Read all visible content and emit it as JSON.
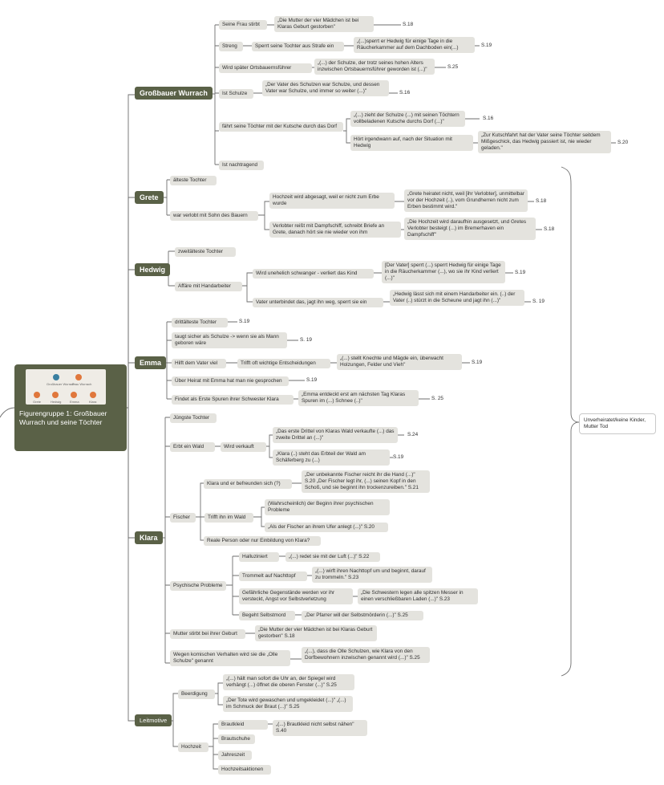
{
  "root": {
    "title": "Figurengruppe 1: Großbauer Wurrach und seine Töchter",
    "thumbnail_icon": "family-tree-thumbnail",
    "thumbnail_labels": [
      "Großbauer Wurrach",
      "Frau Wurrach",
      "Grete",
      "Hedwig",
      "Emma",
      "Klara"
    ]
  },
  "colors": {
    "main_node": "#5a6147",
    "leaf_bg": "#e4e3de",
    "line": "#6e6e6e"
  },
  "branches": {
    "wurrach": {
      "label": "Großbauer Wurrach",
      "n1": "Seine Frau stirbt",
      "n1q": "„Die Mutter der vier Mädchen ist bei Klaras Geburt gestorben\"",
      "n1p": "S.18",
      "n2": "Streng",
      "n2a": "Sperrt seine Tochter aus Strafe ein",
      "n2q": "„(...)sperrt er Hedwig für einige Tage in die Räucherkammer auf dem Dachboden ein(...)",
      "n2p": "S.19",
      "n3": "Wird später Ortsbauernsführer",
      "n3q": "„(...) der Schulze, der trotz seines hohen Alters inzwischen Ortsbauernsführer geworden ist (...)\"",
      "n3p": "S.25",
      "n4": "Ist Schulze",
      "n4q": "„Der Vater des Schulzen war Schulze, und dessen Vater war Schulze, und immer so weiter (...)\"",
      "n4p": "S.16",
      "n5": "fährt seine Töchter mit der Kutsche durch das Dorf",
      "n5a": "„(...) zieht der Schulze (...) mit seinen Töchtern vollbeladenen Kutsche durchs Dorf (...)\"",
      "n5ap": "S.16",
      "n5b": "Hört irgendwann auf, nach der Situation mit Hedwig",
      "n5bq": "„Zur Kutschfahrt hat der Vater seine Töchter seitdem Mißgeschick, das Hedwig passiert ist, nie wieder geladen.\"",
      "n5bp": "S.20",
      "n6": "Ist nachtragend"
    },
    "grete": {
      "label": "Grete",
      "n1": "älteste Tochter",
      "n2": "war verlobt mit Sohn des Bauern",
      "n2a": "Hochzeit wird abgesagt, weil er nicht zum Erbe wurde",
      "n2aq": "„Grete heiratet nicht, weil [ihr Verlobter], unmittelbar vor der Hochzeit (..), vom Grundherren nicht zum Erben bestimmt wird.\"",
      "n2ap": "S.18",
      "n2b": "Verlobter reißt mit Dampfschiff, schreibt Briefe an Grete, danach hört sie nie wieder von ihm",
      "n2bq": "„Die Hochzeit wird daraufhin ausgesetzt, und Gretes Verlobter besteigt (...) im Bremerhaven ein Dampfschiff\"",
      "n2bp": "S.18"
    },
    "hedwig": {
      "label": "Hedwig",
      "n1": "zweitälteste Tochter",
      "n2": "Affäre mit Handarbeiter",
      "n2a": "Wird unehelich schwanger - verliert das Kind",
      "n2aq": "[Der Vater] sperrt (...) sperrt Hedwig für einige Tage in die Räucherkammer (...), wo sie ihr Kind verliert (...)\"",
      "n2ap": "S.19",
      "n2b": "Vater unterbindet das, jagt ihn weg, sperrt sie ein",
      "n2bq": "„Hedwig lässt sich mit einem Handarbeiter ein. (..) der Vater (..) stürzt in die Scheune und jagt ihn (...)\"",
      "n2bp": "S. 19"
    },
    "emma": {
      "label": "Emma",
      "n1": "drittälteste Tochter",
      "n1p": "S.19",
      "n2": "taugt sicher als Schulze -> wenn sie als Mann geboren wäre",
      "n2p": "S. 19",
      "n3": "Hilft dem Vater viel",
      "n3a": "Trifft oft wichtige Entscheidungen",
      "n3q": "„(...) stellt Knechte und Mägde ein, überwacht Holzungen, Felder und Vieh\"",
      "n3p": "S.19",
      "n4": "Über Heirat mit Emma hat man nie gesprochen",
      "n4p": "S.19",
      "n5": "Findet als Erste Spuren ihrer Schwester Klara",
      "n5q": "„Emma entdeckt erst am nächsten Tag Klaras Spuren im (...) Schnee (..)\"",
      "n5p": "S. 25"
    },
    "klara": {
      "label": "Klara",
      "n1": "Jüngste Tochter",
      "n2": "Erbt ein Wald",
      "n2a": "Wird verkauft",
      "n2aq": "„Das erste Drittel von Klaras Wald verkaufte (...) das zweite Drittel an (...)\"",
      "n2ap": "S.24",
      "n2bq": "„Klara (..) steht das Erbteil der Wald am Schäferberg zu (...)",
      "n2bp": "S.19",
      "n3": "Fischer",
      "n3a": "Klara und er befreunden sich (?)",
      "n3aq": "„Der unbekannte Fischer reicht ihr die Hand (...)\" S.20 „Der Fischer legt ihr, (...) seinen Kopf in den Schoß, und sie beginnt ihn trockenzureiben.\" S.21",
      "n3b": "Trifft ihn im Wald",
      "n3bq1": "(Wahrscheinlich) der Beginn ihrer psychischen Probleme",
      "n3bq2": "„Als der Fischer an ihrem Ufer anlegt (...)\" S.20",
      "n3c": "Reale Person oder nur Einbildung von Klara?",
      "n4": "Psychische Probleme",
      "n4a": "Halluziniert",
      "n4aq": "„(...) redet sie mit der Luft (...)\" S.22",
      "n4b": "Trommelt auf Nachttopf",
      "n4bq": "„(...) wirft ihren Nachttopf um und beginnt, darauf zu trommeln.\" S.23",
      "n4c": "Gefährliche Gegenstände werden vor ihr versteckt, Angst vor Selbstverletzung",
      "n4cq": "„Die Schwestern legen alle spitzen Messer in einen verschließbaren Laden (...)\" S.23",
      "n4d": "Begeht Selbstmord",
      "n4dq": "„Der Pfarrer will der Selbstmörderin (...)\" S.25",
      "n5": "Mutter stirbt bei ihrer Geburt",
      "n5q": "„Die Mutter der vier Mädchen ist bei Klaras Geburt gestorben\" S.18",
      "n6": "Wegen komischen Verhalten wird sie die „Olle Schulze\" genannt",
      "n6q": "„(...), dass die Olle Schulzen, wie Klara von den Dorfbewohnern inzwischen genannt wird (...)\" S.25"
    },
    "leitmotive": {
      "label": "Leitmotive",
      "n1": "Beerdigung",
      "n1a": "„(...) hält man sofort die Uhr an, der Spiegel wird verhängt (...) öffnet die oberen Fenster (...)\" S.25",
      "n1b": "„Der Tote wird gewaschen und umgekleidet (...)\" „(...) im Schmuck der Braut (...)\" S.25",
      "n2": "Hochzeit",
      "n2a": "Brautkleid",
      "n2aq": "„(...) Brautkleid nicht selbst nähen\" S.40",
      "n2b": "Brautschuhe",
      "n2c": "Jahreszeit",
      "n2d": "Hochzeitsaktionen"
    }
  },
  "summary_note": "Unverheiratet/keine Kinder, Mutter Tod"
}
